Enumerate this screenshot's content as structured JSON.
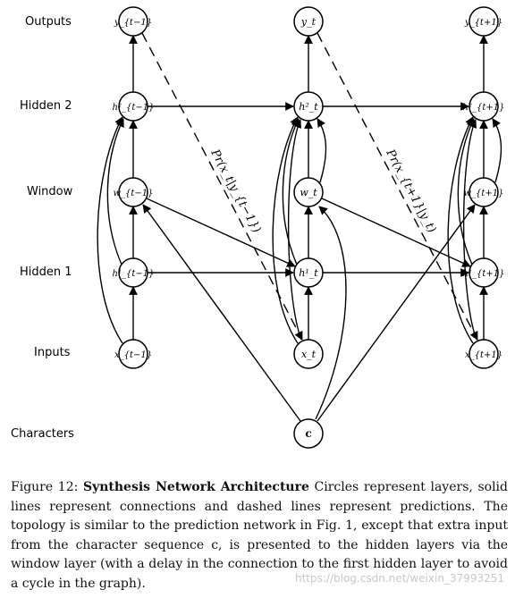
{
  "row_labels": {
    "outputs": "Outputs",
    "hidden2": "Hidden 2",
    "window": "Window",
    "hidden1": "Hidden 1",
    "inputs": "Inputs",
    "characters": "Characters"
  },
  "nodes": {
    "col_prev": {
      "output": "y_{t−1}",
      "hidden2": "h²_{t−1}",
      "window": "w_{t−1}",
      "hidden1": "h¹_{t−1}",
      "input": "x_{t−1}"
    },
    "col_curr": {
      "output": "y_t",
      "hidden2": "h²_t",
      "window": "w_t",
      "hidden1": "h¹_t",
      "input": "x_t"
    },
    "col_next": {
      "output": "y_{t+1}",
      "hidden2": "h²_{t+1}",
      "window": "w_{t+1}",
      "hidden1": "h¹_{t+1}",
      "input": "x_{t+1}"
    },
    "characters": "c"
  },
  "prediction_labels": {
    "first": "Pr(x_t|y_{t−1})",
    "second": "Pr(x_{t+1}|y_t)"
  },
  "caption": {
    "figure": "Figure 12:",
    "title": "Synthesis Network Architecture",
    "body": "Circles represent layers, solid lines represent connections and dashed lines represent predictions. The topology is similar to the prediction network in Fig. 1, except that extra input from the character sequence c, is presented to the hidden layers via the window layer (with a delay in the connection to the first hidden layer to avoid a cycle in the graph)."
  },
  "watermark": "https://blog.csdn.net/weixin_37993251"
}
